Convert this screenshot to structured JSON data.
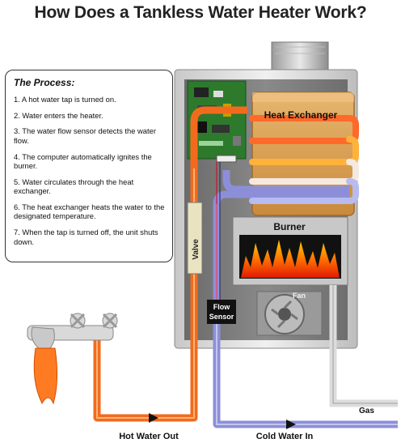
{
  "title": "How Does a Tankless Water Heater Work?",
  "process": {
    "heading": "The Process:",
    "steps": [
      "1. A hot water tap is turned on.",
      "2. Water enters the heater.",
      "3. The water flow sensor detects the water flow.",
      "4. The computer automatically ignites the burner.",
      "5. Water circulates through the heat exchanger.",
      "6. The heat exchanger heats the water to the designated temperature.",
      "7. When the tap is turned off, the unit shuts down."
    ]
  },
  "labels": {
    "heat_exchanger": "Heat Exchanger",
    "burner": "Burner",
    "valve": "Valve",
    "flow_sensor_line1": "Flow",
    "flow_sensor_line2": "Sensor",
    "fan": "Fan",
    "gas": "Gas",
    "hot_water_out": "Hot Water Out",
    "cold_water_in": "Cold Water In"
  },
  "colors": {
    "hot_pipe": "#f26b1d",
    "cold_pipe": "#8c8fd8",
    "cabinet": "#7d7d7d",
    "heat_exchanger_body": "#d9a35a",
    "circuit_board": "#2d7a2d",
    "flame": "#ff3b00"
  }
}
